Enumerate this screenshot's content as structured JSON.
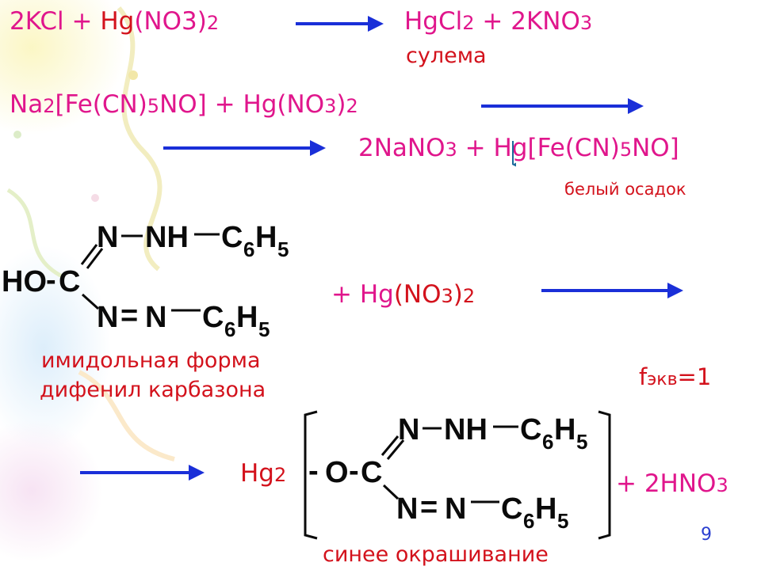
{
  "colors": {
    "formula": "#e0168c",
    "label": "#d3121c",
    "arrow": "#1a2fd8",
    "structure": "#0a0a0a",
    "page_number": "#2a3fd0"
  },
  "reaction1": {
    "reagent_a": "2KCl",
    "plus": "+",
    "reagent_b_hg": "Hg",
    "reagent_b_rest": "(NO3)",
    "reagent_b_sub": "2",
    "product_a": "HgCl",
    "product_a_sub": "2",
    "product_plus": "+ 2KNO",
    "product_b_sub": "3",
    "product_name": "сулема"
  },
  "reaction2": {
    "reagent_a_1": "Na",
    "reagent_a_sub1": "2",
    "reagent_a_2": "[Fe(CN)",
    "reagent_a_sub2": "5",
    "reagent_a_3": "NO] + Hg(NO",
    "reagent_a_sub3": "3",
    "reagent_a_4": ")",
    "reagent_a_sub4": "2",
    "product_1": "2NaNO",
    "product_sub1": "3",
    "product_2": " +",
    "product_3": "Hg[Fe(CN)",
    "product_sub3": "5",
    "product_4": "NO]",
    "precipitate_label": "белый осадок"
  },
  "reaction3": {
    "plus_hg": "+ Hg",
    "no3": "(NO",
    "no3_sub": "3",
    "close": ")",
    "close_sub": "2",
    "reagent_name_line1": "имидольная форма",
    "reagent_name_line2": "дифенил карбазона",
    "feq_f": "f",
    "feq_sub": "экв",
    "feq_value": "=1"
  },
  "structure_top": {
    "ho": "HO",
    "dash": "-",
    "c": "C",
    "n_top": "N",
    "nh": "NH",
    "c6h5_c": "C",
    "six": "6",
    "h": "H",
    "five": "5",
    "n_bottom_1": "N",
    "double": "=",
    "n_bottom_2": "N"
  },
  "reaction4": {
    "hg": "Hg",
    "hg_sub": "2",
    "minus": "-",
    "o": "O",
    "dash": "-",
    "c": "C",
    "n_top": "N",
    "nh": "NH",
    "c6h5_c": "C",
    "six": "6",
    "h": "H",
    "five": "5",
    "n_bottom_1": "N",
    "double": "=",
    "n_bottom_2": "N",
    "byproduct": "+ 2HNO",
    "byproduct_sub": "3",
    "color_label": "синее окрашивание"
  },
  "page_number": "9"
}
